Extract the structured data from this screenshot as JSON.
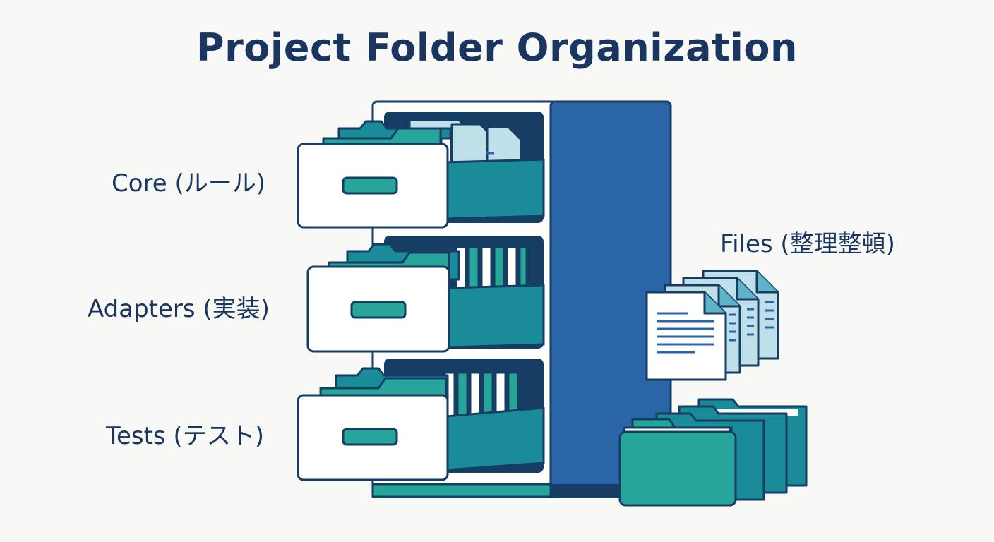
{
  "title": "Project Folder Organization",
  "labels": {
    "core": "Core (ルール)",
    "adapters": "Adapters (実装)",
    "tests": "Tests (テスト)",
    "files": "Files (整理整頓)"
  },
  "colors": {
    "background": "#f8f8f6",
    "navy": "#163d63",
    "blue": "#2a65a8",
    "teal": "#26a69a",
    "teal_dark": "#1a8c99",
    "light_blue": "#bfe0e8",
    "white": "#ffffff"
  },
  "diagram": {
    "cabinet": {
      "drawers": [
        "Core",
        "Adapters",
        "Tests"
      ],
      "drawer_state": "open"
    },
    "documents_count": 4,
    "folders_count": 4
  }
}
